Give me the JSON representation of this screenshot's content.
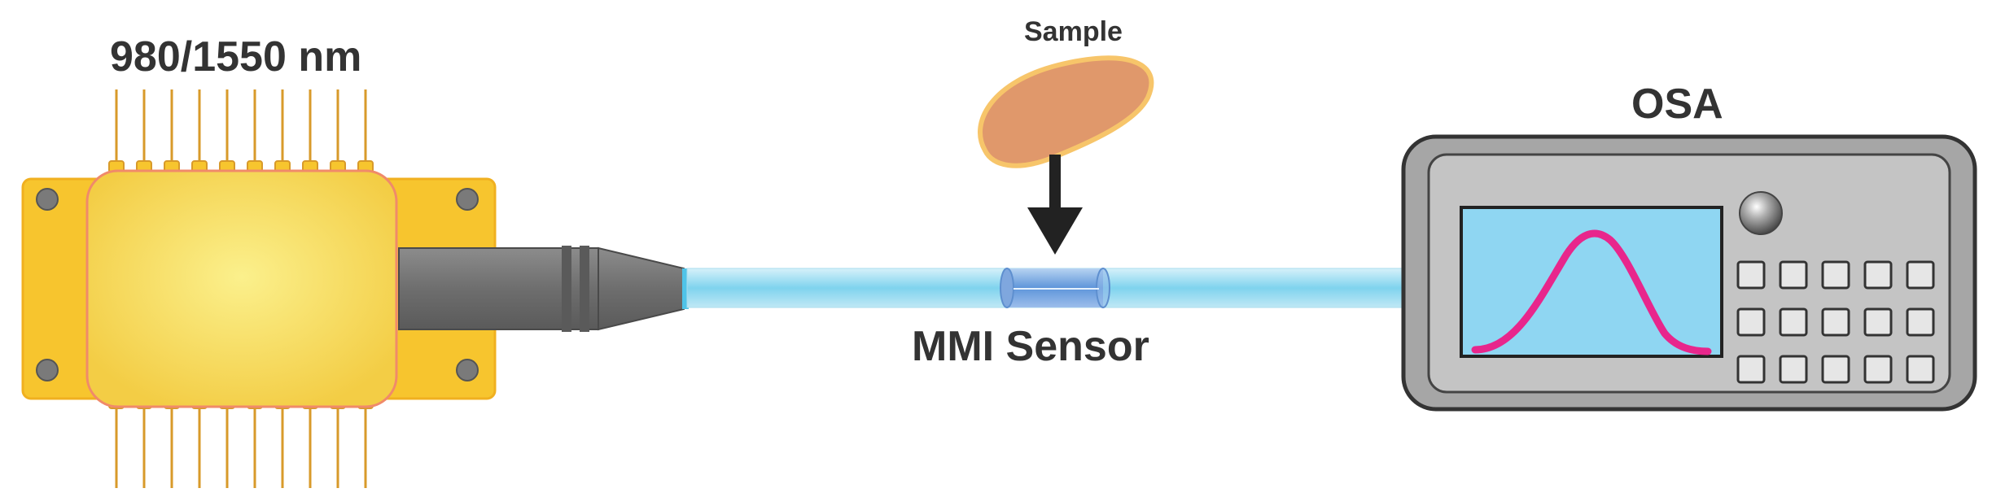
{
  "labels": {
    "source": "980/1550 nm",
    "sample": "Sample",
    "sensor": "MMI Sensor",
    "analyzer": "OSA"
  },
  "colors": {
    "laser_body": "#F7C52E",
    "laser_window": "#F7E07A",
    "laser_window_border": "#F08A6A",
    "pins": "#D89A2A",
    "connector": "#7A7A7A",
    "fiber": "#BFE8F5",
    "fiber_core": "#7FD3EE",
    "sensor_section": "#8FB8E8",
    "sample": "#E0986B",
    "sample_border": "#F7C56A",
    "arrow": "#222222",
    "osa_body": "#9A9A9A",
    "osa_screen": "#8FD6F2",
    "spectrum_curve": "#E8268C",
    "text": "#333333"
  },
  "icons": {
    "source": "butterfly-laser-icon",
    "analyzer": "optical-spectrum-analyzer-icon",
    "sample": "sample-blob-icon"
  }
}
